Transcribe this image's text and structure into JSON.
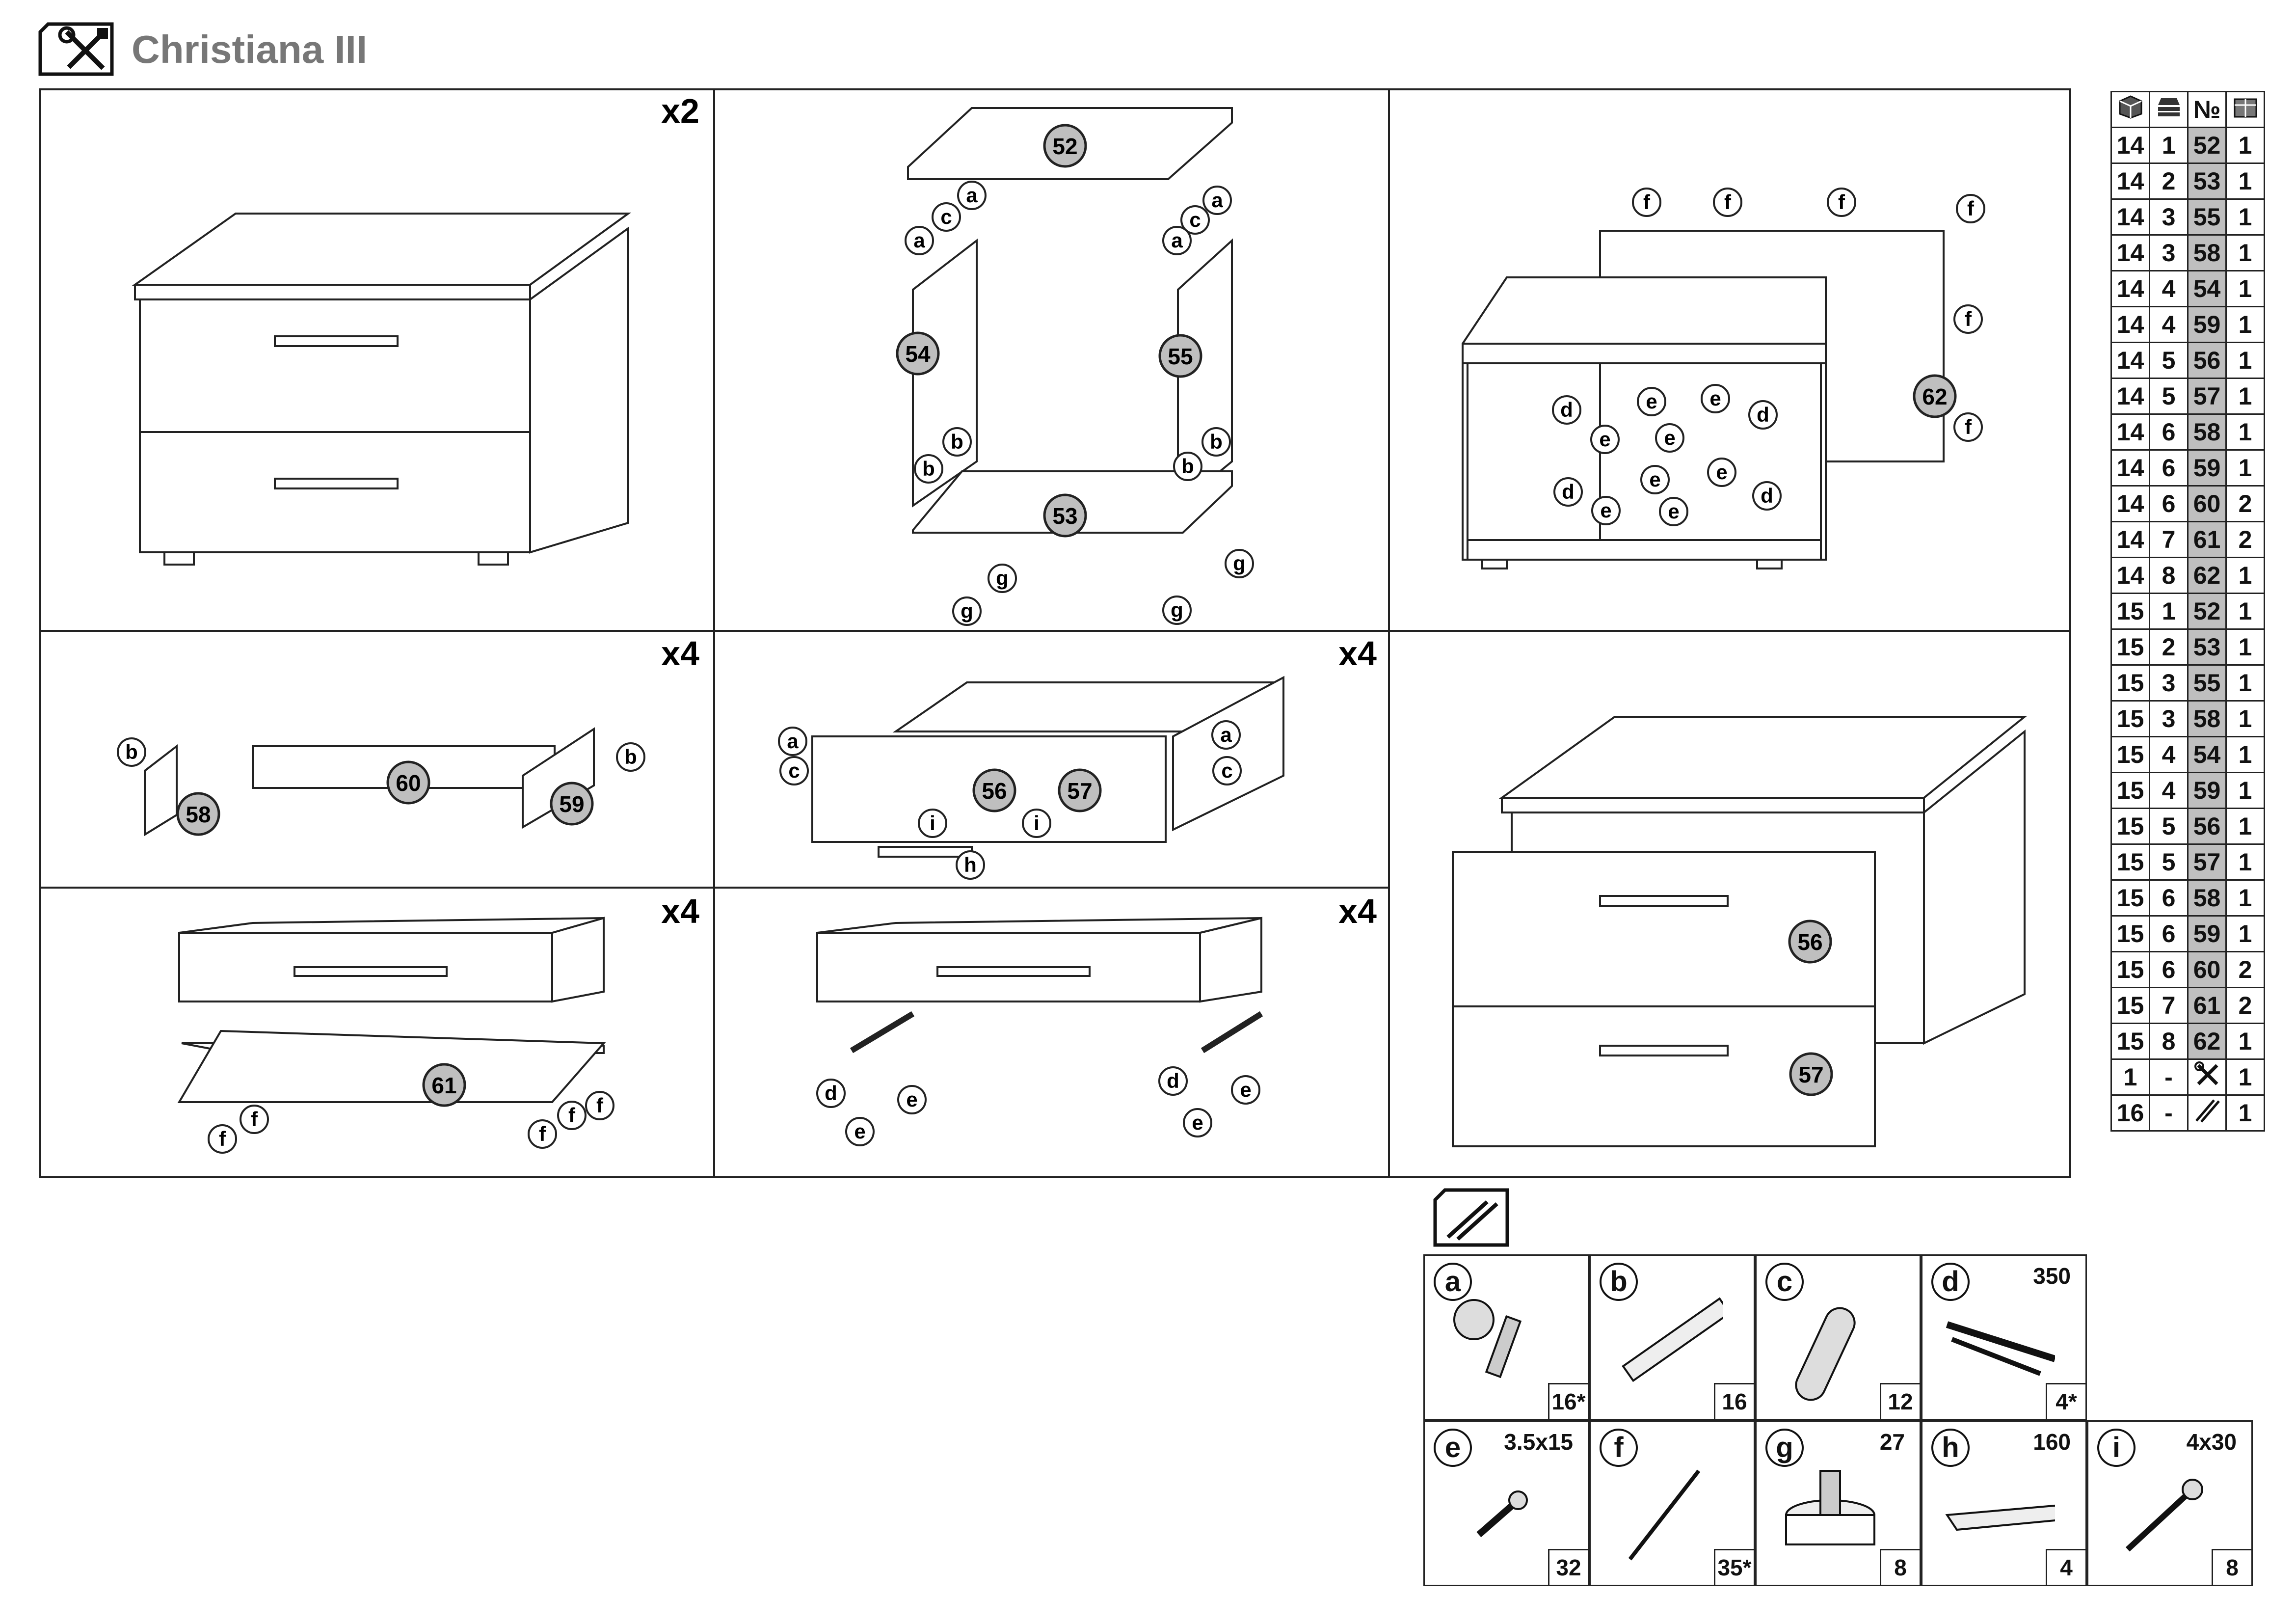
{
  "title": "Christiana III",
  "panels": {
    "p1": {
      "multiplier": "x2"
    },
    "p2": {
      "parts": [
        "52",
        "53",
        "54",
        "55"
      ],
      "fittings": [
        "a",
        "c",
        "a",
        "c",
        "a",
        "a",
        "b",
        "b",
        "b",
        "b",
        "g",
        "g",
        "g",
        "g"
      ]
    },
    "p3": {
      "parts": [
        "62"
      ],
      "fittings": [
        "f",
        "f",
        "f",
        "f",
        "f",
        "f",
        "d",
        "e",
        "e",
        "d",
        "e",
        "e",
        "d",
        "e",
        "e",
        "e",
        "d",
        "e"
      ]
    },
    "p4": {
      "multiplier": "x4",
      "parts": [
        "58",
        "60",
        "59"
      ],
      "fittings": [
        "b",
        "b"
      ]
    },
    "p5": {
      "multiplier": "x4",
      "parts": [
        "56",
        "57"
      ],
      "fittings": [
        "a",
        "c",
        "a",
        "c",
        "i",
        "i",
        "h"
      ]
    },
    "p6": {
      "parts": [
        "56",
        "57"
      ]
    },
    "p7": {
      "multiplier": "x4",
      "parts": [
        "61"
      ],
      "fittings": [
        "f",
        "f",
        "f",
        "f",
        "f"
      ]
    },
    "p8": {
      "multiplier": "x4",
      "fittings": [
        "d",
        "e",
        "e",
        "d",
        "e",
        "e"
      ]
    }
  },
  "parts_table": {
    "header_icons": [
      "box-icon",
      "stack-icon",
      "№",
      "count-icon"
    ],
    "rows": [
      [
        "14",
        "1",
        "52",
        "1"
      ],
      [
        "14",
        "2",
        "53",
        "1"
      ],
      [
        "14",
        "3",
        "55",
        "1"
      ],
      [
        "14",
        "3",
        "58",
        "1"
      ],
      [
        "14",
        "4",
        "54",
        "1"
      ],
      [
        "14",
        "4",
        "59",
        "1"
      ],
      [
        "14",
        "5",
        "56",
        "1"
      ],
      [
        "14",
        "5",
        "57",
        "1"
      ],
      [
        "14",
        "6",
        "58",
        "1"
      ],
      [
        "14",
        "6",
        "59",
        "1"
      ],
      [
        "14",
        "6",
        "60",
        "2"
      ],
      [
        "14",
        "7",
        "61",
        "2"
      ],
      [
        "14",
        "8",
        "62",
        "1"
      ],
      [
        "15",
        "1",
        "52",
        "1"
      ],
      [
        "15",
        "2",
        "53",
        "1"
      ],
      [
        "15",
        "3",
        "55",
        "1"
      ],
      [
        "15",
        "3",
        "58",
        "1"
      ],
      [
        "15",
        "4",
        "54",
        "1"
      ],
      [
        "15",
        "4",
        "59",
        "1"
      ],
      [
        "15",
        "5",
        "56",
        "1"
      ],
      [
        "15",
        "5",
        "57",
        "1"
      ],
      [
        "15",
        "6",
        "58",
        "1"
      ],
      [
        "15",
        "6",
        "59",
        "1"
      ],
      [
        "15",
        "6",
        "60",
        "2"
      ],
      [
        "15",
        "7",
        "61",
        "2"
      ],
      [
        "15",
        "8",
        "62",
        "1"
      ]
    ],
    "extra_rows": [
      {
        "c1": "1",
        "c2": "-",
        "icon": "tools-icon",
        "qty": "1"
      },
      {
        "c1": "16",
        "c2": "-",
        "icon": "screws-icon",
        "qty": "1"
      }
    ]
  },
  "hardware": [
    {
      "letter": "a",
      "dim": "",
      "qty": "16*"
    },
    {
      "letter": "b",
      "dim": "",
      "qty": "16"
    },
    {
      "letter": "c",
      "dim": "",
      "qty": "12"
    },
    {
      "letter": "d",
      "dim": "350",
      "qty": "4*"
    },
    {
      "letter": "e",
      "dim": "3.5x15",
      "qty": "32"
    },
    {
      "letter": "f",
      "dim": "",
      "qty": "35*"
    },
    {
      "letter": "g",
      "dim": "27",
      "qty": "8"
    },
    {
      "letter": "h",
      "dim": "160",
      "qty": "4"
    },
    {
      "letter": "i",
      "dim": "4x30",
      "qty": "8"
    }
  ]
}
